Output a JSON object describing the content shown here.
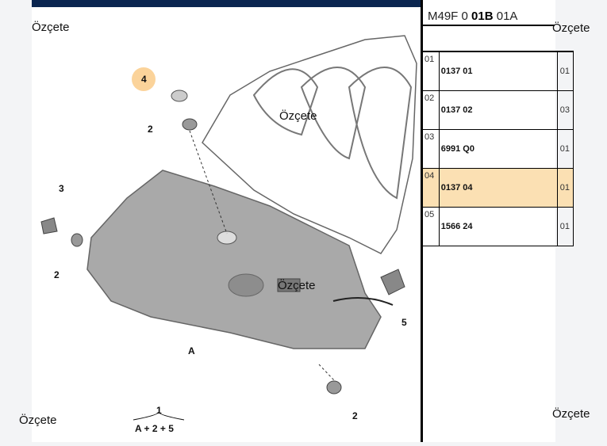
{
  "header": {
    "ref_prefix": "M49F 0 ",
    "ref_bold": "01B",
    "ref_suffix": " 01A"
  },
  "watermark": "Özçete",
  "parts": [
    {
      "no": "01",
      "ref": "0137 01",
      "qty": "01",
      "highlighted": false
    },
    {
      "no": "02",
      "ref": "0137 02",
      "qty": "03",
      "highlighted": false
    },
    {
      "no": "03",
      "ref": "6991 Q0",
      "qty": "01",
      "highlighted": false
    },
    {
      "no": "04",
      "ref": "0137 04",
      "qty": "01",
      "highlighted": true
    },
    {
      "no": "05",
      "ref": "1566 24",
      "qty": "01",
      "highlighted": false
    }
  ],
  "diagram": {
    "callouts": [
      "4",
      "2",
      "3",
      "2",
      "A",
      "5",
      "2",
      "1"
    ],
    "formula": "A + 2 + 5"
  },
  "colors": {
    "highlight": "#fbe0b3",
    "topbar": "#0b2650",
    "part_fill": "#a9a9a9"
  }
}
